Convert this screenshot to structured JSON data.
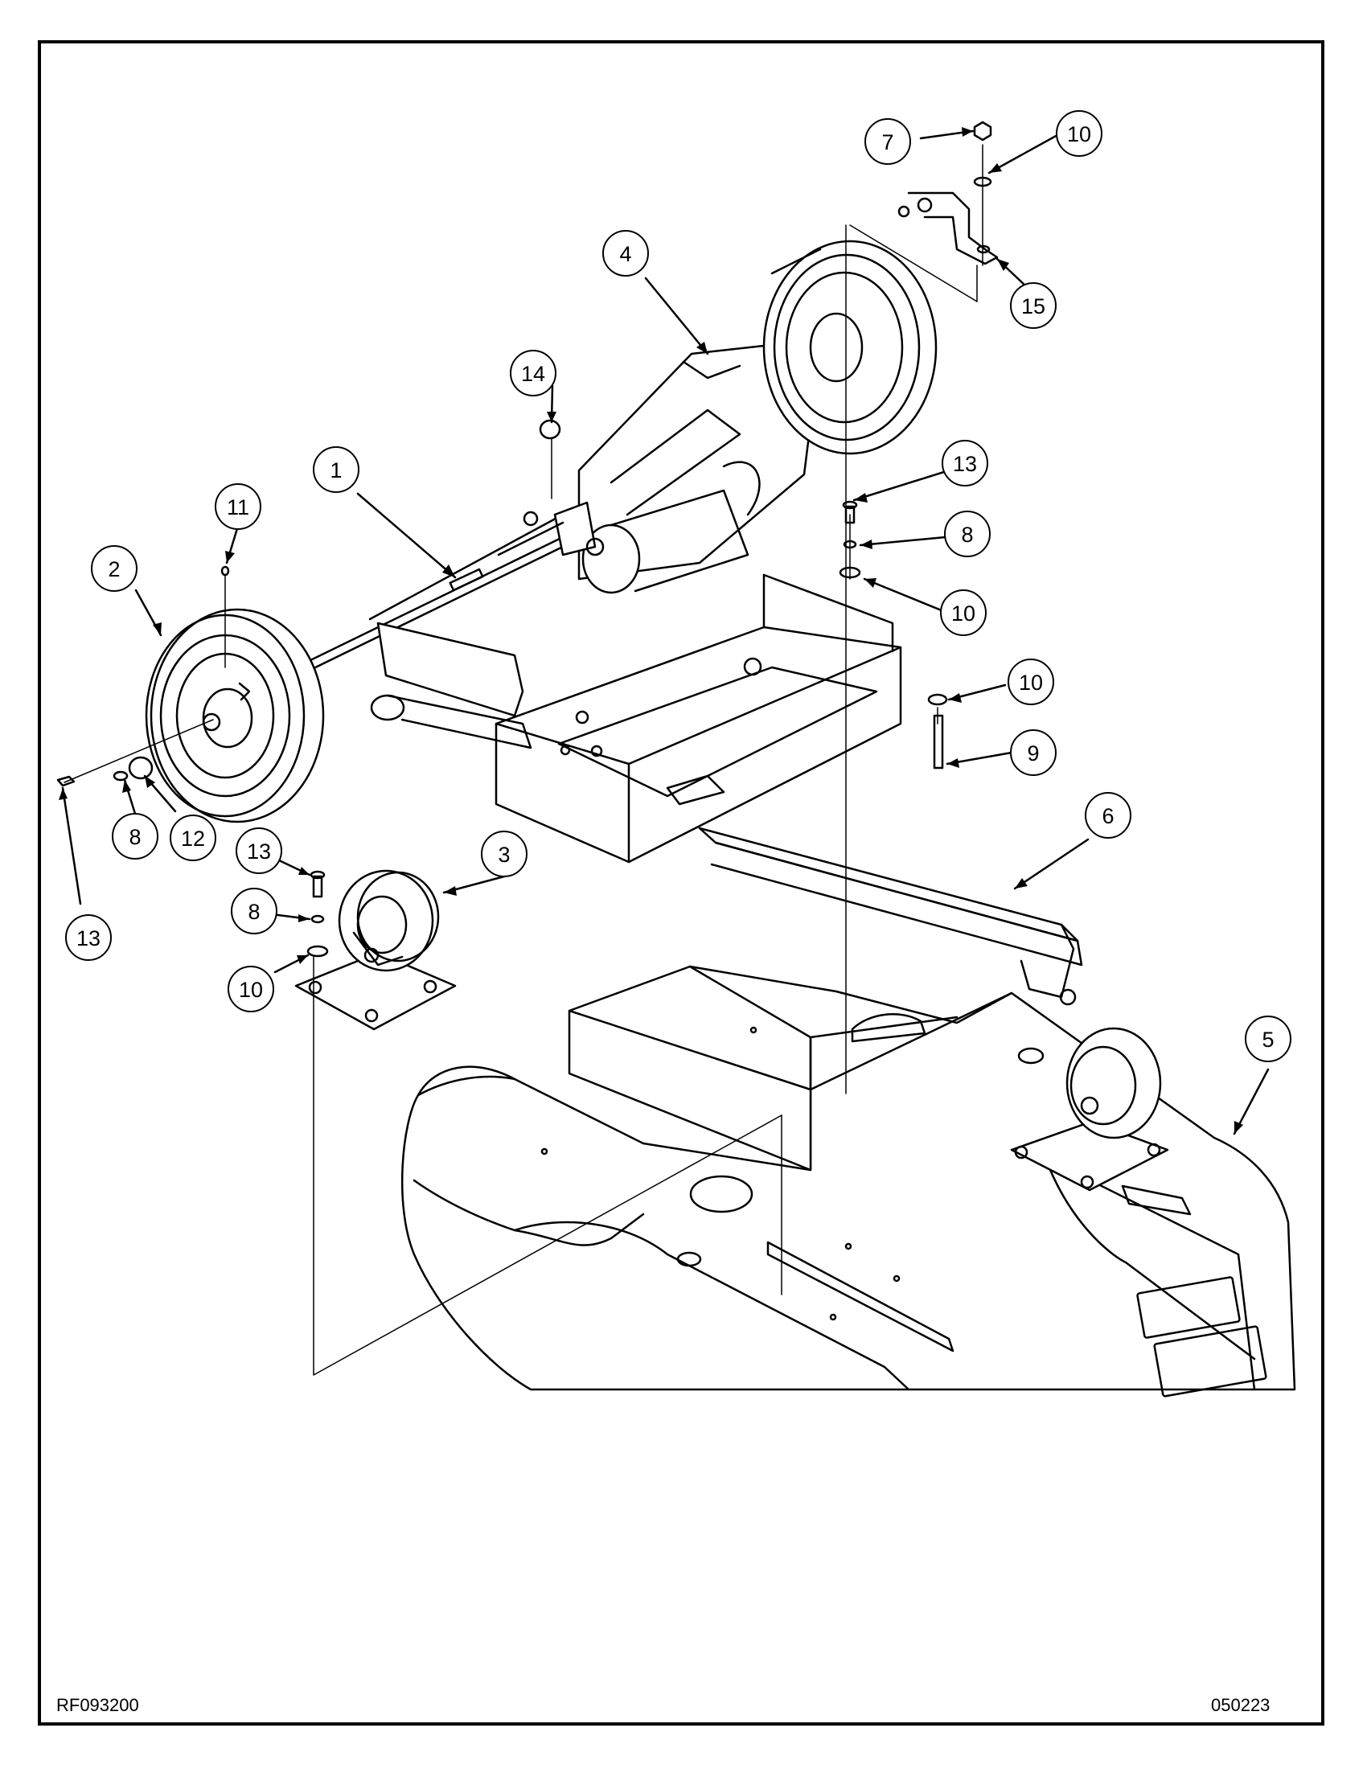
{
  "document": {
    "drawing_number": "RF093200",
    "revision_date": "050223"
  },
  "callouts": [
    "1",
    "2",
    "3",
    "4",
    "5",
    "6",
    "7",
    "8",
    "9",
    "10",
    "11",
    "12",
    "13",
    "14",
    "15"
  ],
  "colors": {
    "line": "#000000",
    "background": "#ffffff"
  }
}
